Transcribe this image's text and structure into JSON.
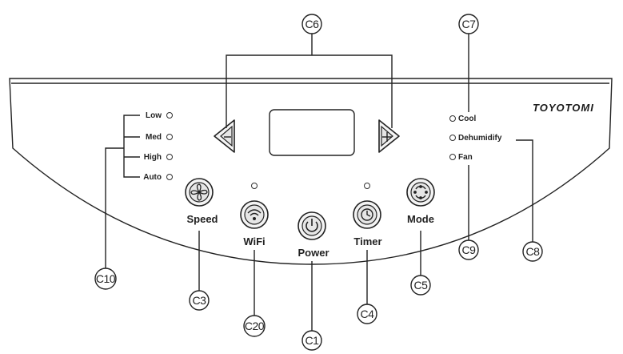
{
  "brand": "TOYOTOMI",
  "speed_levels": [
    "Low",
    "Med",
    "High",
    "Auto"
  ],
  "modes": [
    "Cool",
    "Dehumidify",
    "Fan"
  ],
  "buttons": {
    "speed": "Speed",
    "wifi": "WiFi",
    "power": "Power",
    "timer": "Timer",
    "mode": "Mode"
  },
  "callouts": {
    "c1": "C1",
    "c3": "C3",
    "c4": "C4",
    "c5": "C5",
    "c6": "C6",
    "c7": "C7",
    "c8": "C8",
    "c9": "C9",
    "c10": "C10",
    "c20": "C20"
  }
}
